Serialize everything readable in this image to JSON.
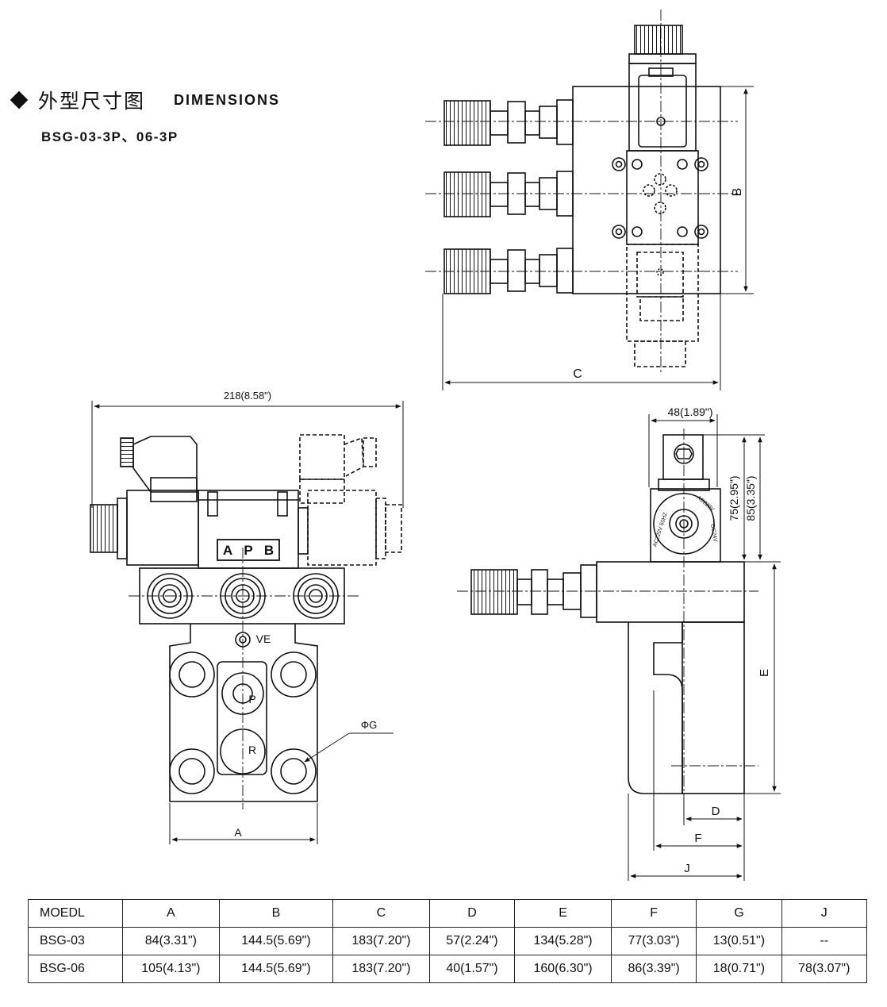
{
  "header": {
    "title_cn": "外型尺寸图",
    "title_en": "DIMENSIONS",
    "model_line": "BSG-03-3P、06-3P"
  },
  "top_view": {
    "dim_b": "B",
    "dim_c": "C"
  },
  "front_view": {
    "dim_overall": "218(8.58\")",
    "port_a": "A",
    "port_p": "P",
    "port_b": "B",
    "port_ve": "VE",
    "port_p2": "P",
    "port_r": "R",
    "dim_g": "ΦG",
    "dim_a": "A"
  },
  "side_view": {
    "dim_48": "48(1.89\")",
    "dim_75": "75(2.95\")",
    "dim_85": "85(3.35\")",
    "coil_label_1": "AC220V 50HZ",
    "coil_label_2": "AC220V",
    "coil_label_3": "DC24V",
    "dim_e": "E",
    "dim_d": "D",
    "dim_f": "F",
    "dim_j": "J"
  },
  "table": {
    "headers": [
      "MOEDL",
      "A",
      "B",
      "C",
      "D",
      "E",
      "F",
      "G",
      "J"
    ],
    "rows": [
      [
        "BSG-03",
        "84(3.31\")",
        "144.5(5.69\")",
        "183(7.20\")",
        "57(2.24\")",
        "134(5.28\")",
        "77(3.03\")",
        "13(0.51\")",
        "--"
      ],
      [
        "BSG-06",
        "105(4.13\")",
        "144.5(5.69\")",
        "183(7.20\")",
        "40(1.57\")",
        "160(6.30\")",
        "86(3.39\")",
        "18(0.71\")",
        "78(3.07\")"
      ]
    ]
  }
}
